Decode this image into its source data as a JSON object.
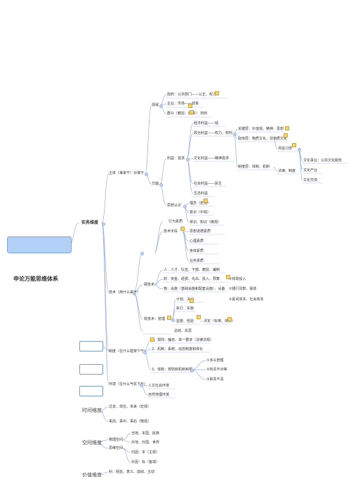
{
  "root": {
    "title": "申论万能思维体系"
  },
  "practice": {
    "label": "实务维度",
    "subject": {
      "label": "主体（谁来干）对谁干",
      "actors": {
        "label": "领域",
        "items": [
          "政府：公共部门——公正、权力",
          "企业：市场——效率",
          "群众（教授、媒体）：权利"
        ]
      },
      "fangmian": "方面",
      "interest": {
        "label": "利益：需求",
        "economic": "经济利益——钱",
        "political": "政治利益——权力，权利",
        "key_layer": "关键层：价值观、精神、思想",
        "surface_layer": "取体层：物质文化、非物质文化",
        "habit": "风俗习惯",
        "system_layer": "制度层：体制、机制",
        "law": "法律、制度",
        "cultural": "文化利益——精神需求",
        "culture_items": [
          "文化事业：公共文化服务",
          "文化产业",
          "文化交流"
        ],
        "social": "社会利益——民生",
        "eco": "生态利益"
      },
      "cognition": {
        "label": "思想认识",
        "items": [
          "理念（宏观）",
          "意识（中观）",
          "常识、知识（微观）"
        ]
      }
    },
    "technique": {
      "label": "技术（用什么来干）",
      "behavior": "行为素质",
      "tech_means": "技术手段",
      "quality_items": [
        "思想道德素质",
        "心理素质",
        "身体素质",
        "业务素质"
      ],
      "resources": {
        "label": "硬技术",
        "people": "人：人才、队伍、干部、教授、编制",
        "money": "财：资金、经费、先出、投入、预算",
        "money_note": "①财政投入",
        "material": "物：设施（基础设施和配套设施）、设备",
        "material_note": "②银行贷款、股债"
      },
      "soft": {
        "label": "软技术：管理",
        "plan": "计划、决议",
        "execute": "执行、实施",
        "supervise": "监督、检验",
        "evaluate": "评定（标准、体系）",
        "private_capital": "③民间资本、社会资本"
      },
      "summary": "总结、反思"
    },
    "mechanism": {
      "label": "制度（在什么框架下干）",
      "rule1": "1、规则：静态、单一要求（法律法规）",
      "rule2": "2、机制：系统、动态制度和体化",
      "rule3": "3、体制：规则和机制到相",
      "subs": [
        "①多头管理",
        "②权责不对等",
        "③职责不清"
      ]
    },
    "environment": {
      "label": "环境（在什么气氛下干）",
      "human": "人文社会环境",
      "natural": "自然地理环境"
    }
  },
  "time": {
    "label": "时间维度",
    "items": [
      "过去、现在、未来（宏观）",
      "事前、事中、事后（微观）"
    ]
  },
  "space": {
    "label": "空间维度",
    "physical": "物理空间",
    "psychological": "思维空间",
    "items": [
      "当地、本国、民族",
      "外地、外国、世界",
      "内因：本（主观）",
      "外因：标（客观）"
    ]
  },
  "value": {
    "label": "价值维度",
    "items": [
      "利：经验、意义、成绩、主动"
    ]
  }
}
